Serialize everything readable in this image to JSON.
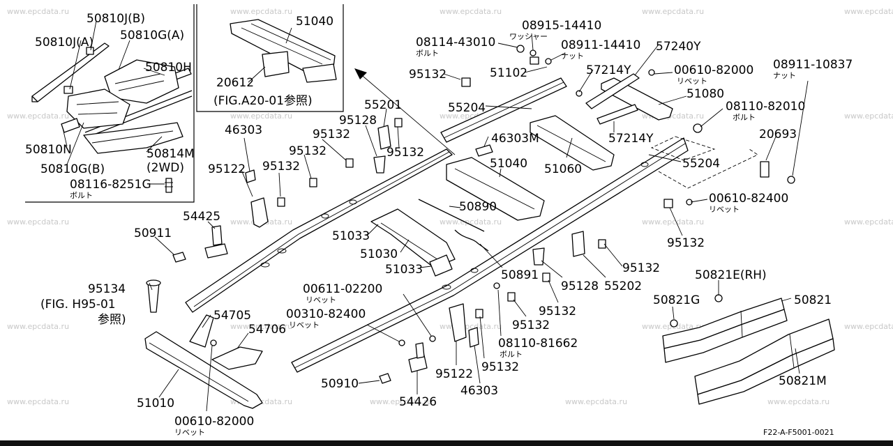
{
  "watermark": "www.epcdata.ru",
  "diagram_code": "F22-A-F5001-0021",
  "labels": {
    "p50810jb": "50810J(B)",
    "p50810ja": "50810J(A)",
    "p50810ga": "50810G(A)",
    "p50810h": "50810H",
    "p50810n": "50810N",
    "p50810gb": "50810G(B)",
    "p50814m": "50814M",
    "p2wd": "(2WD)",
    "p08116": "08116-8251G",
    "p08116_sub": "ボルト",
    "p51040_top": "51040",
    "p20612": "20612",
    "pfig_a20": "(FIG.A20-01参照)",
    "p08915": "08915-14410",
    "p08915_sub": "ワッシャー",
    "p08114": "08114-43010",
    "p08114_sub": "ボルト",
    "p08911a": "08911-14410",
    "p08911a_sub": "ナット",
    "p57240y": "57240Y",
    "p08911b": "08911-10837",
    "p08911b_sub": "ナット",
    "p95132_a": "95132",
    "p51102": "51102",
    "p57214y_a": "57214Y",
    "p00610a": "00610-82000",
    "p00610a_sub": "リベット",
    "p51080": "51080",
    "p55204_a": "55204",
    "p55201": "55201",
    "p08110a": "08110-82010",
    "p08110a_sub": "ボルト",
    "p57214y_b": "57214Y",
    "p46303_a": "46303",
    "p95128_a": "95128",
    "p95132_b": "95132",
    "p46303m": "46303M",
    "p20693": "20693",
    "p95132_c": "95132",
    "p95132_d": "95132",
    "p51040_main": "51040",
    "p51060": "51060",
    "p55204_b": "55204",
    "p95122_a": "95122",
    "p95132_e": "95132",
    "p00610b": "00610-82400",
    "p00610b_sub": "リベット",
    "p54425": "54425",
    "p50890": "50890",
    "p95132_f": "95132",
    "p50911": "50911",
    "p51033_a": "51033",
    "p51030": "51030",
    "p95132_g": "95132",
    "p51033_b": "51033",
    "p50891": "50891",
    "p95128_b": "95128",
    "p55202": "55202",
    "p50821erh": "50821E(RH)",
    "p95134": "95134",
    "pfig_h95": "(FIG. H95-01",
    "pfig_h95_b": "参照)",
    "p00611": "00611-02200",
    "p00611_sub": "リベット",
    "p50821g": "50821G",
    "p50821": "50821",
    "p00310": "00310-82400",
    "p00310_sub": "リベット",
    "p54705": "54705",
    "p95132_h": "95132",
    "p95132_i": "95132",
    "p54706": "54706",
    "p08110b": "08110-81662",
    "p08110b_sub": "ボルト",
    "p95122_b": "95122",
    "p95132_j": "95132",
    "p50910": "50910",
    "p46303_b": "46303",
    "p50821m": "50821M",
    "p54426": "54426",
    "p51010": "51010",
    "p00610c": "00610-82000",
    "p00610c_sub": "リベット"
  }
}
